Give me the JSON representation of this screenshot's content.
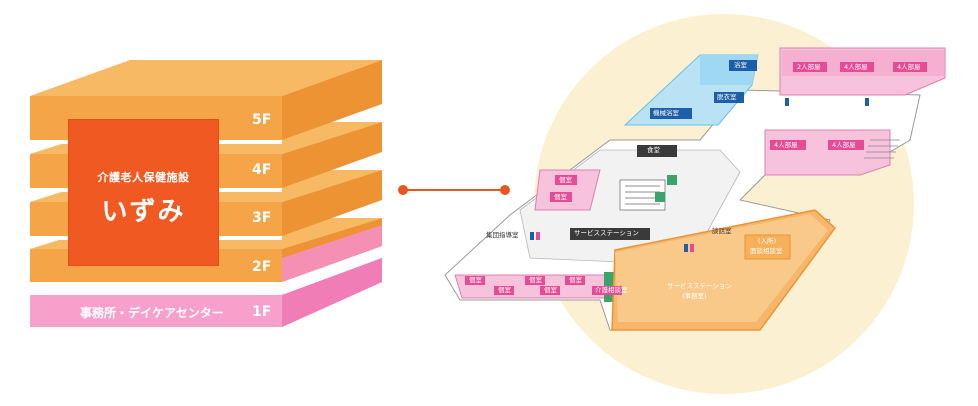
{
  "building": {
    "facility_name": "介護老人保健施設",
    "facility_title": "いずみ",
    "floors": [
      "5F",
      "4F",
      "3F",
      "2F",
      "1F"
    ],
    "first_floor_label": "事務所・デイケアセンター"
  },
  "colors": {
    "orange": "#f5a447",
    "orange_dark": "#ee9334",
    "orange_top": "#f8b965",
    "pink": "#f590c2",
    "sign_red": "#f05a22",
    "connector": "#e8571e",
    "circle_bg": "#fcf0d2"
  },
  "floor_plan": {
    "rooms": {
      "bath": "浴室",
      "machine_bath": "機械浴室",
      "dressing": "脱衣室",
      "two_bed": "2人部屋",
      "four_bed_1": "4人部屋",
      "four_bed_2": "4人部屋",
      "four_bed_3": "4人部屋",
      "four_bed_4": "4人部屋",
      "dining": "食堂",
      "private_1": "個室",
      "private_2": "個室",
      "private_3": "個室",
      "private_4": "個室",
      "private_5": "個室",
      "private_6": "個室",
      "private_7": "個室",
      "private_8": "個室",
      "service_station": "サービスステーション",
      "service_station_office": "サービスステーション",
      "office_sub": "(事務室)",
      "admission_1": "(入所)",
      "admission_2": "面談相談室",
      "care_consult": "介護相談室",
      "medical_consult": "集団指導室",
      "family_room": "談話室"
    }
  }
}
